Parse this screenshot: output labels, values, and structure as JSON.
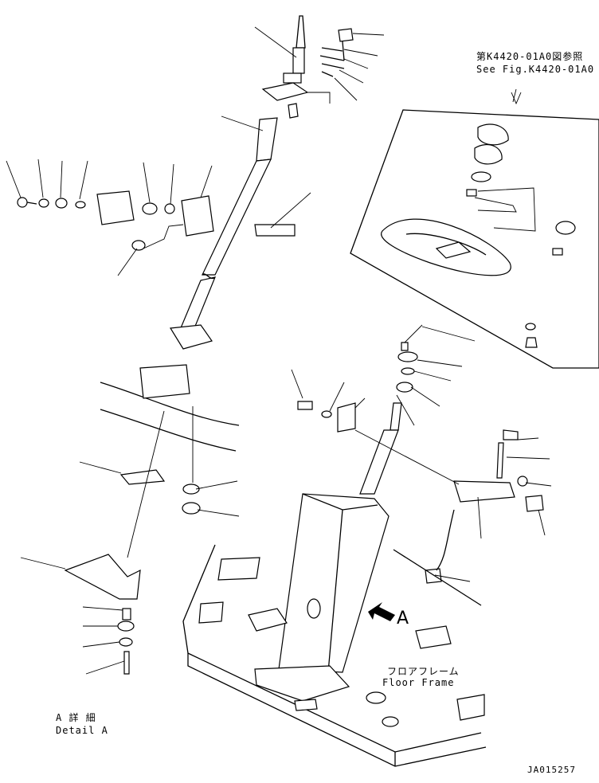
{
  "reference": {
    "jp": "第K4420-01A0図参照",
    "en": "See Fig.K4420-01A0"
  },
  "floor_frame": {
    "jp": "フロアフレーム",
    "en": "Floor Frame"
  },
  "view_arrow": {
    "label": "A"
  },
  "detail": {
    "jp": "A 詳 細",
    "en": "Detail A"
  },
  "drawing_number": "JA015257"
}
